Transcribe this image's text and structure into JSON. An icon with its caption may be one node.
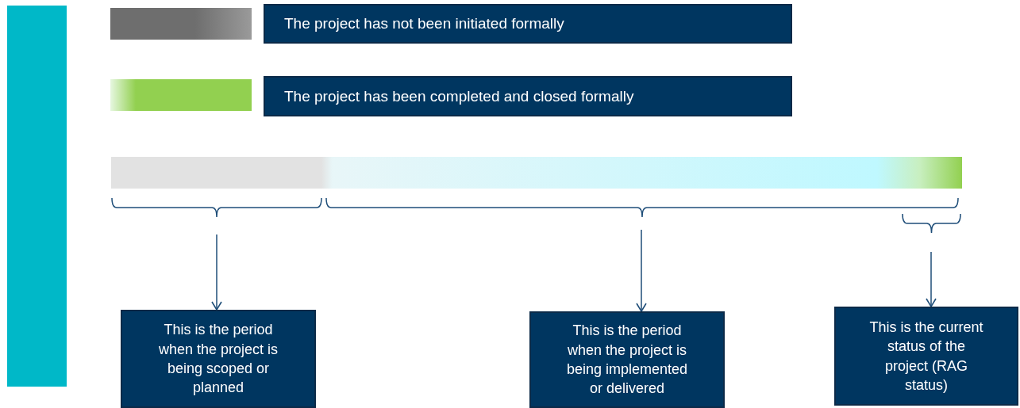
{
  "diagram": {
    "nodes": [
      {
        "text": [],
        "shape": "bar"
      },
      {
        "text": [],
        "shape": "bar"
      },
      {
        "text": [
          "This is the period when the project is being scoped or planned"
        ]
      },
      {
        "text": [
          "This is the period when the project is being implemented or delivered"
        ]
      },
      {
        "text": [
          "This is the current status of the project (RAG status)"
        ]
      }
    ],
    "edges": [
      {
        "from": null,
        "to": 2,
        "arrow": "to"
      },
      {
        "from": null,
        "to": 3,
        "arrow": "to"
      },
      {
        "from": null,
        "to": 4,
        "arrow": "to"
      }
    ],
    "legend": [
      {
        "text": "The project has not been initiated formally",
        "color": "#6e6e6e"
      },
      {
        "text": "The project has been completed and closed formally",
        "color": "#92d050"
      }
    ]
  }
}
